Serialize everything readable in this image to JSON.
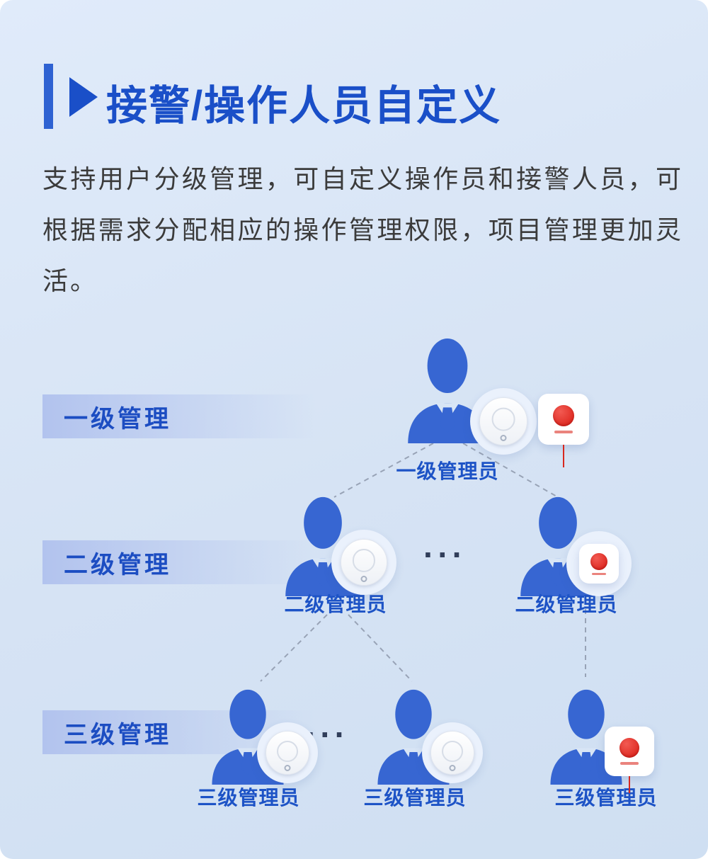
{
  "theme": {
    "background": "#d6e3f4",
    "accent_blue": "#1a4fc8",
    "person_blue": "#3766d2",
    "band_gradient_start": "#b2c3ee",
    "alarm_red": "#d81a12",
    "body_text": "#3b3b3b"
  },
  "header": {
    "title": "接警/操作人员自定义"
  },
  "intro": {
    "text": "支持用户分级管理，可自定义操作员和接警人员，可根据需求分配相应的操作管理权限，项目管理更加灵活。"
  },
  "diagram": {
    "bands": [
      {
        "label": "一级管理"
      },
      {
        "label": "二级管理"
      },
      {
        "label": "三级管理"
      }
    ],
    "nodes": [
      {
        "id": "level1",
        "label": "一级管理员"
      },
      {
        "id": "level2a",
        "label": "二级管理员"
      },
      {
        "id": "level2b",
        "label": "二级管理员"
      },
      {
        "id": "level3a",
        "label": "三级管理员"
      },
      {
        "id": "level3b",
        "label": "三级管理员"
      },
      {
        "id": "level3c",
        "label": "三级管理员"
      }
    ],
    "ellipsis": "···"
  }
}
